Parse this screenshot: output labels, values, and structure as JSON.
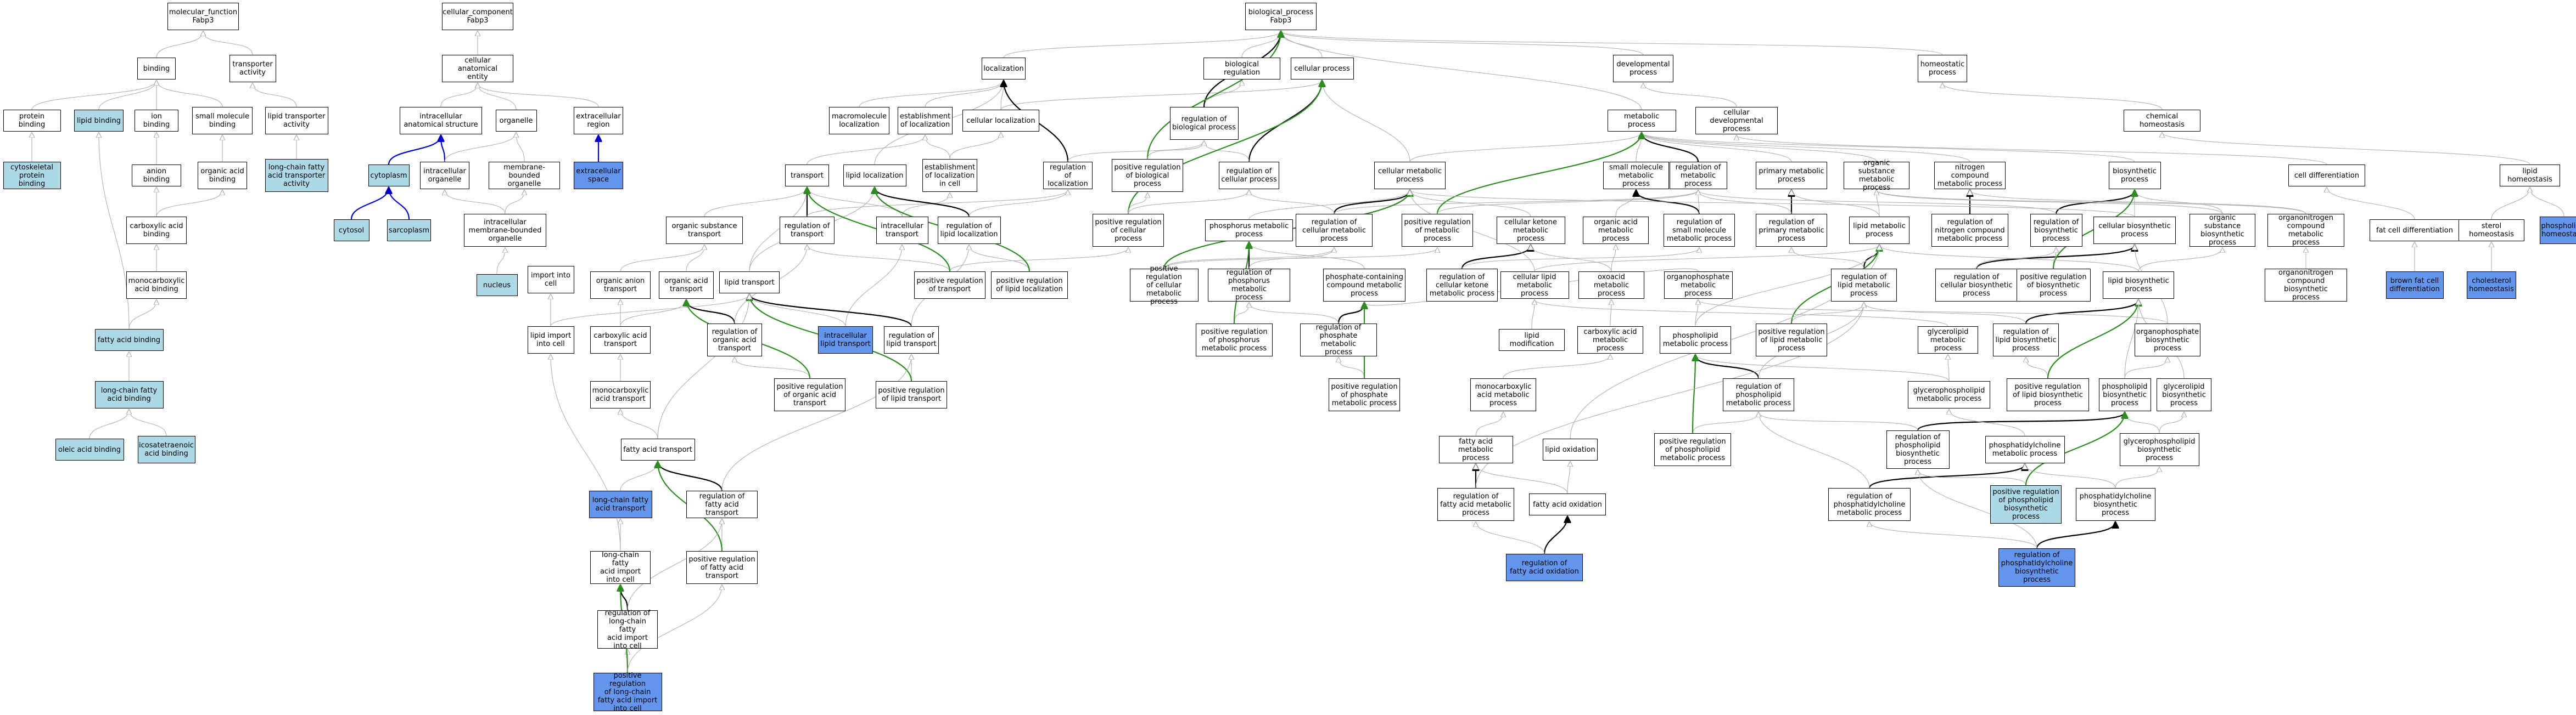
{
  "colors": {
    "node_plain": "#ffffff",
    "node_light": "#add8e6",
    "node_blue": "#6495ed",
    "edge_is_a": "#b0b0b0",
    "edge_part_of": "#0000cc",
    "edge_regulates": "#000000",
    "edge_pos_regulates": "#2e8b22"
  },
  "nodes": {
    "molecular_function": "molecular_function\nFabp3",
    "cellular_component": "cellular_component\nFabp3",
    "biological_process": "biological_process\nFabp3",
    "binding": "binding",
    "transporter_activity": "transporter\nactivity",
    "cellular_anatomical_entity": "cellular anatomical\nentity",
    "localization": "localization",
    "biological_regulation": "biological regulation",
    "cellular_process": "cellular process",
    "developmental_process": "developmental\nprocess",
    "homeostatic_process": "homeostatic\nprocess",
    "protein_binding": "protein binding",
    "lipid_binding": "lipid binding",
    "ion_binding": "ion binding",
    "small_molecule_binding": "small molecule\nbinding",
    "lipid_transporter_activity": "lipid transporter\nactivity",
    "intracellular_anatomical_structure": "intracellular\nanatomical structure",
    "organelle": "organelle",
    "extracellular_region": "extracellular\nregion",
    "macromolecule_localization": "macromolecule\nlocalization",
    "establishment_of_localization": "establishment\nof localization",
    "cellular_localization": "cellular localization",
    "regulation_of_biological_process": "regulation of\nbiological process",
    "metabolic_process": "metabolic process",
    "cellular_developmental_process": "cellular developmental\nprocess",
    "chemical_homeostasis": "chemical homeostasis",
    "cytoskeletal_protein_binding": "cytoskeletal\nprotein binding",
    "anion_binding": "anion binding",
    "organic_acid_binding": "organic acid\nbinding",
    "long_chain_fatty_acid_transporter_activity": "long-chain fatty\nacid transporter\nactivity",
    "cytoplasm": "cytoplasm",
    "intracellular_organelle": "intracellular\norganelle",
    "membrane_bounded_organelle": "membrane-bounded\norganelle",
    "extracellular_space": "extracellular\nspace",
    "transport": "transport",
    "lipid_localization": "lipid localization",
    "establishment_of_localization_in_cell": "establishment\nof localization\nin cell",
    "regulation_of_localization": "regulation of\nlocalization",
    "positive_regulation_of_biological_process": "positive regulation\nof biological\nprocess",
    "regulation_of_cellular_process": "regulation of\ncellular process",
    "cellular_metabolic_process": "cellular metabolic\nprocess",
    "small_molecule_metabolic_process": "small molecule\nmetabolic process",
    "regulation_of_metabolic_process": "regulation of\nmetabolic process",
    "primary_metabolic_process": "primary metabolic\nprocess",
    "organic_substance_metabolic_process": "organic substance\nmetabolic process",
    "nitrogen_compound_metabolic_process": "nitrogen compound\nmetabolic process",
    "biosynthetic_process": "biosynthetic\nprocess",
    "cell_differentiation": "cell differentiation",
    "lipid_homeostasis": "lipid homeostasis",
    "phospholipid_homeostasis": "phospholipid\nhomeostasis",
    "carboxylic_acid_binding": "carboxylic acid\nbinding",
    "cytosol": "cytosol",
    "sarcoplasm": "sarcoplasm",
    "intracellular_membrane_bounded_organelle": "intracellular\nmembrane-bounded\norganelle",
    "organic_substance_transport": "organic substance\ntransport",
    "regulation_of_transport": "regulation of\ntransport",
    "intracellular_transport": "intracellular\ntransport",
    "regulation_of_lipid_localization": "regulation of\nlipid localization",
    "positive_regulation_of_transport": "positive regulation\nof transport",
    "positive_regulation_of_lipid_localization": "positive regulation\nof lipid localization",
    "positive_regulation_of_cellular_process": "positive regulation\nof cellular\nprocess",
    "phosphorus_metabolic_process": "phosphorus metabolic\nprocess",
    "regulation_of_cellular_metabolic_process": "regulation of\ncellular metabolic\nprocess",
    "positive_regulation_of_metabolic_process": "positive regulation\nof metabolic\nprocess",
    "cellular_ketone_metabolic_process": "cellular ketone\nmetabolic process",
    "organic_acid_metabolic_process": "organic acid\nmetabolic process",
    "regulation_of_small_molecule_metabolic_process": "regulation of\nsmall molecule\nmetabolic process",
    "regulation_of_primary_metabolic_process": "regulation of\nprimary metabolic\nprocess",
    "lipid_metabolic_process": "lipid metabolic\nprocess",
    "regulation_of_nitrogen_compound_metabolic_process": "regulation of\nnitrogen compound\nmetabolic process",
    "regulation_of_biosynthetic_process": "regulation of\nbiosynthetic\nprocess",
    "cellular_biosynthetic_process": "cellular biosynthetic\nprocess",
    "organic_substance_biosynthetic_process": "organic substance\nbiosynthetic\nprocess",
    "organonitrogen_compound_metabolic_process": "organonitrogen\ncompound metabolic\nprocess",
    "fat_cell_differentiation": "fat cell differentiation",
    "sterol_homeostasis": "sterol homeostasis",
    "monocarboxylic_acid_binding": "monocarboxylic\nacid binding",
    "nucleus": "nucleus",
    "organic_anion_transport": "organic anion\ntransport",
    "organic_acid_transport": "organic acid\ntransport",
    "lipid_transport": "lipid transport",
    "positive_regulation_of_cellular_metabolic_process": "positive regulation\nof cellular\nmetabolic process",
    "regulation_of_phosphorus_metabolic_process": "regulation of\nphosphorus metabolic\nprocess",
    "phosphate_containing_compound_metabolic_process": "phosphate-containing\ncompound metabolic\nprocess",
    "regulation_of_cellular_ketone_metabolic_process": "regulation of\ncellular ketone\nmetabolic process",
    "cellular_lipid_metabolic_process": "cellular lipid\nmetabolic process",
    "oxoacid_metabolic_process": "oxoacid metabolic\nprocess",
    "organophosphate_metabolic_process": "organophosphate\nmetabolic process",
    "regulation_of_lipid_metabolic_process": "regulation of\nlipid metabolic\nprocess",
    "regulation_of_cellular_biosynthetic_process": "regulation of\ncellular biosynthetic\nprocess",
    "positive_regulation_of_biosynthetic_process": "positive regulation\nof biosynthetic\nprocess",
    "lipid_biosynthetic_process": "lipid biosynthetic\nprocess",
    "organonitrogen_compound_biosynthetic_process": "organonitrogen\ncompound biosynthetic\nprocess",
    "brown_fat_cell_differentiation": "brown fat cell\ndifferentiation",
    "cholesterol_homeostasis": "cholesterol\nhomeostasis",
    "fatty_acid_binding": "fatty acid binding",
    "import_into_cell": "import into\ncell",
    "carboxylic_acid_transport": "carboxylic acid\ntransport",
    "regulation_of_organic_acid_transport": "regulation of\norganic acid\ntransport",
    "intracellular_lipid_transport": "intracellular\nlipid transport",
    "regulation_of_lipid_transport": "regulation of\nlipid transport",
    "positive_regulation_of_phosphorus_metabolic_process": "positive regulation\nof phosphorus\nmetabolic process",
    "regulation_of_phosphate_metabolic_process": "regulation of\nphosphate metabolic\nprocess",
    "lipid_modification": "lipid modification",
    "carboxylic_acid_metabolic_process": "carboxylic acid\nmetabolic process",
    "phospholipid_metabolic_process": "phospholipid\nmetabolic process",
    "positive_regulation_of_lipid_metabolic_process": "positive regulation\nof lipid metabolic\nprocess",
    "glycerolipid_metabolic_process": "glycerolipid\nmetabolic process",
    "regulation_of_lipid_biosynthetic_process": "regulation of\nlipid biosynthetic\nprocess",
    "organophosphate_biosynthetic_process": "organophosphate\nbiosynthetic\nprocess",
    "long_chain_fatty_acid_binding": "long-chain fatty\nacid binding",
    "lipid_import_into_cell": "lipid import\ninto cell",
    "monocarboxylic_acid_transport": "monocarboxylic\nacid transport",
    "positive_regulation_of_organic_acid_transport": "positive regulation\nof organic acid\ntransport",
    "positive_regulation_of_lipid_transport": "positive regulation\nof lipid transport",
    "positive_regulation_of_phosphate_metabolic_process": "positive regulation\nof phosphate\nmetabolic process",
    "monocarboxylic_acid_metabolic_process": "monocarboxylic\nacid metabolic\nprocess",
    "regulation_of_phospholipid_metabolic_process": "regulation of\nphospholipid\nmetabolic process",
    "glycerophospholipid_metabolic_process": "glycerophospholipid\nmetabolic process",
    "positive_regulation_of_lipid_biosynthetic_process": "positive regulation\nof lipid biosynthetic\nprocess",
    "phospholipid_biosynthetic_process": "phospholipid\nbiosynthetic\nprocess",
    "glycerolipid_biosynthetic_process": "glycerolipid\nbiosynthetic\nprocess",
    "oleic_acid_binding": "oleic acid binding",
    "icosatetraenoic_acid_binding": "icosatetraenoic\nacid binding",
    "fatty_acid_transport": "fatty acid transport",
    "fatty_acid_metabolic_process": "fatty acid metabolic\nprocess",
    "lipid_oxidation": "lipid oxidation",
    "positive_regulation_of_phospholipid_metabolic_process": "positive regulation\nof phospholipid\nmetabolic process",
    "regulation_of_phospholipid_biosynthetic_process": "regulation of\nphospholipid\nbiosynthetic\nprocess",
    "phosphatidylcholine_metabolic_process": "phosphatidylcholine\nmetabolic process",
    "glycerophospholipid_biosynthetic_process": "glycerophospholipid\nbiosynthetic\nprocess",
    "long_chain_fatty_acid_transport": "long-chain fatty\nacid transport",
    "regulation_of_fatty_acid_transport": "regulation of\nfatty acid transport",
    "regulation_of_fatty_acid_metabolic_process": "regulation of\nfatty acid metabolic\nprocess",
    "fatty_acid_oxidation": "fatty acid oxidation",
    "regulation_of_phosphatidylcholine_metabolic_process": "regulation of\nphosphatidylcholine\nmetabolic process",
    "positive_regulation_of_phospholipid_biosynthetic_process": "positive regulation\nof phospholipid\nbiosynthetic\nprocess",
    "phosphatidylcholine_biosynthetic_process": "phosphatidylcholine\nbiosynthetic\nprocess",
    "long_chain_fatty_acid_import_into_cell": "long-chain fatty\nacid import\ninto cell",
    "positive_regulation_of_fatty_acid_transport": "positive regulation\nof fatty acid\ntransport",
    "regulation_of_fatty_acid_oxidation": "regulation of\nfatty acid oxidation",
    "regulation_of_phosphatidylcholine_biosynthetic_process": "regulation of\nphosphatidylcholine\nbiosynthetic\nprocess",
    "regulation_of_long_chain_fatty_acid_import_into_cell": "regulation of\nlong-chain fatty\nacid import\ninto cell",
    "positive_regulation_of_long_chain_fatty_acid_import_into_cell": "positive regulation\nof long-chain\nfatty acid import\ninto cell"
  }
}
